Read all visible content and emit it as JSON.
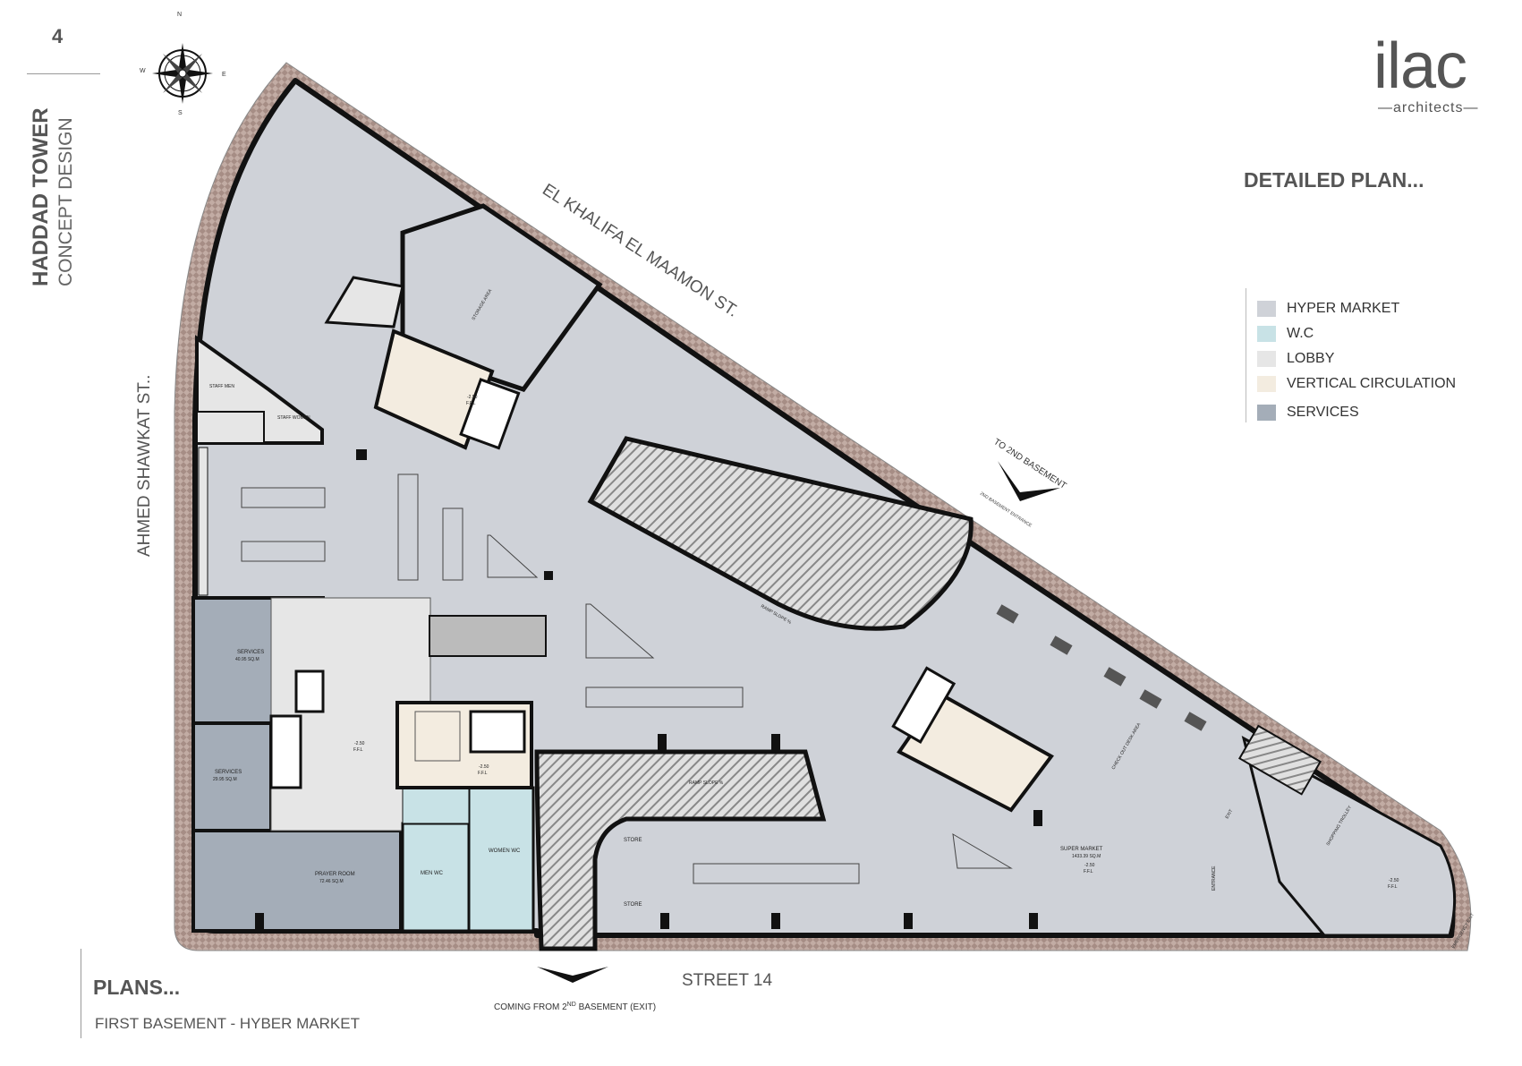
{
  "page_number": "4",
  "project": {
    "title": "HADDAD TOWER",
    "subtitle": "CONCEPT DESIGN"
  },
  "logo": {
    "name": "ilac",
    "tagline": "architects"
  },
  "heading": "DETAILED PLAN...",
  "legend": [
    {
      "label": "HYPER MARKET",
      "color": "#cfd2d8"
    },
    {
      "label": "W.C",
      "color": "#c8e2e6"
    },
    {
      "label": "LOBBY",
      "color": "#e6e6e6"
    },
    {
      "label": "VERTICAL CIRCULATION",
      "color": "#f3ece0"
    },
    {
      "label": "SERVICES",
      "color": "#a4adb8"
    }
  ],
  "compass": {
    "n": "N",
    "s": "S",
    "e": "E",
    "w": "W"
  },
  "streets": {
    "northeast": "EL KHALIFA EL MAAMON ST.",
    "west": "AHMED SHAWKAT ST..",
    "south": "STREET 14"
  },
  "annotations": {
    "to_2nd_basement": "TO 2ND BASEMENT",
    "basement_entrance": "2ND BASEMENT ENTRANCE",
    "coming_from": "COMING FROM 2",
    "coming_from_sup": "ND",
    "coming_from_end": " BASEMENT (EXIT)",
    "emergency_exit": "EMERGENCY EXIT"
  },
  "rooms": {
    "services_1": {
      "name": "SERVICES",
      "area": "40.95 SQ.M"
    },
    "services_2": {
      "name": "SERVICES",
      "area": "29.95 SQ.M"
    },
    "prayer_room": {
      "name": "PRAYER ROOM",
      "area": "72.46 SQ.M"
    },
    "men_wc": "MEN WC",
    "women_wc": "WOMEN WC",
    "staff_men": "STAFF MEN",
    "staff_women": "STAFF WOMEN",
    "storage_area": "STORAGE AREA",
    "store_1": "STORE",
    "store_2": "STORE",
    "super_market": {
      "name": "SUPER MARKET",
      "area": "1433.39 SQ.M"
    },
    "checkout": "CHECK OUT DESK AREA",
    "shopping_trolley": "SHOPPING TROLLEY",
    "entrance": "ENTRANCE",
    "exit": "EXIT",
    "ramp_1": "RAMP SLOPE %",
    "ramp_2": "RAMP SLOPE %",
    "level_1": "-2.50",
    "level_1_ffl": "F.F.L",
    "level_2": "-2.50",
    "level_2_ffl": "F.F.L",
    "level_3": "-2.50",
    "level_3_ffl": "F.F.L",
    "level_4": "-2.50",
    "level_4_ffl": "F.F.L",
    "level_5": "-2.50",
    "level_5_ffl": "F.F.L"
  },
  "footer": {
    "title": "PLANS...",
    "subtitle": "FIRST BASEMENT -   HYBER MARKET"
  },
  "colors": {
    "hatch_border": "#b49a92",
    "wall": "#111111",
    "hyper_market": "#cfd2d8",
    "wc": "#c8e2e6",
    "lobby": "#e6e6e6",
    "vertical": "#f3ece0",
    "services": "#a4adb8"
  }
}
